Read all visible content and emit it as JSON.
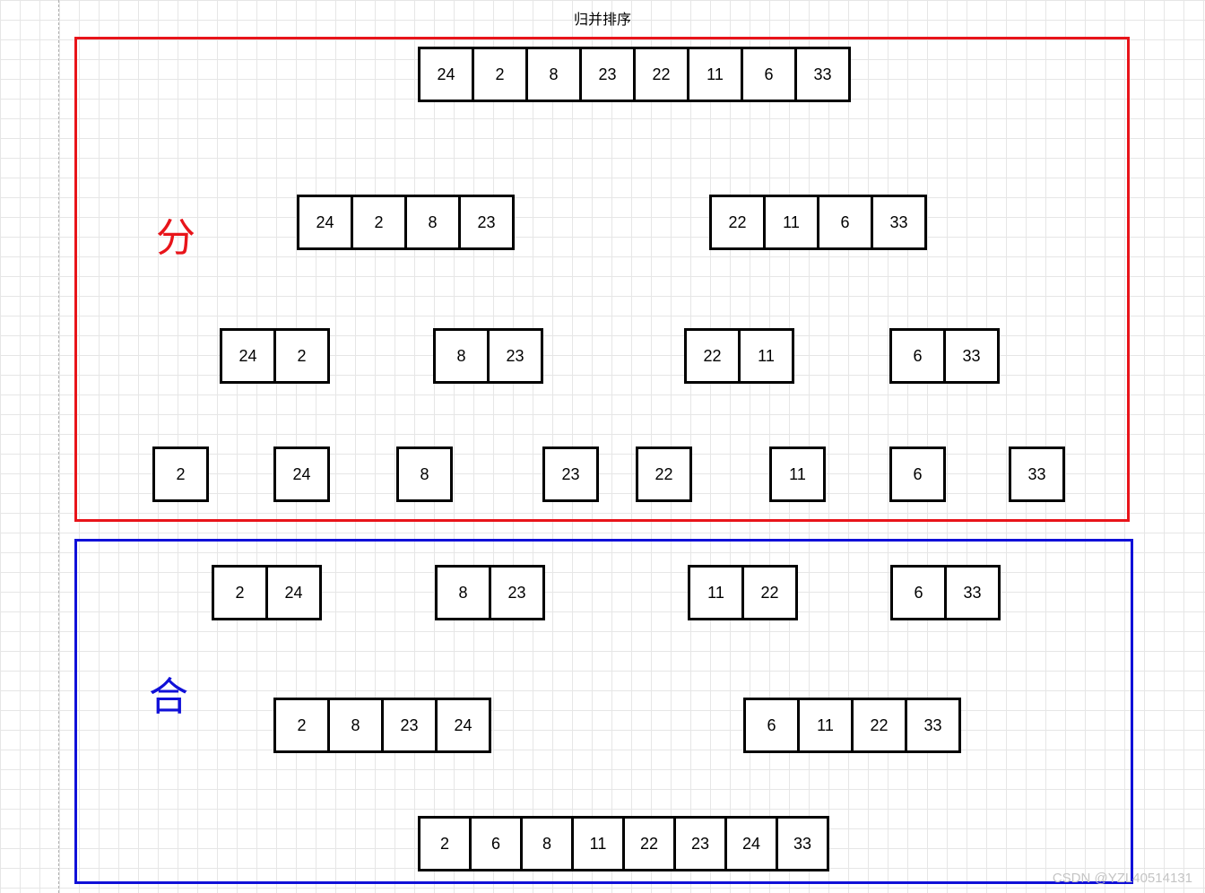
{
  "title": "归并排序",
  "split_label": "分",
  "merge_label": "合",
  "watermark": "CSDN @YZL40514131",
  "colors": {
    "split": "#e8141a",
    "merge": "#1010d8"
  },
  "split": {
    "level0": [
      [
        "24",
        "2",
        "8",
        "23",
        "22",
        "11",
        "6",
        "33"
      ]
    ],
    "level1": [
      [
        "24",
        "2",
        "8",
        "23"
      ],
      [
        "22",
        "11",
        "6",
        "33"
      ]
    ],
    "level2": [
      [
        "24",
        "2"
      ],
      [
        "8",
        "23"
      ],
      [
        "22",
        "11"
      ],
      [
        "6",
        "33"
      ]
    ],
    "level3": [
      [
        "2"
      ],
      [
        "24"
      ],
      [
        "8"
      ],
      [
        "23"
      ],
      [
        "22"
      ],
      [
        "11"
      ],
      [
        "6"
      ],
      [
        "33"
      ]
    ]
  },
  "merge": {
    "level0": [
      [
        "2",
        "24"
      ],
      [
        "8",
        "23"
      ],
      [
        "11",
        "22"
      ],
      [
        "6",
        "33"
      ]
    ],
    "level1": [
      [
        "2",
        "8",
        "23",
        "24"
      ],
      [
        "6",
        "11",
        "22",
        "33"
      ]
    ],
    "level2": [
      [
        "2",
        "6",
        "8",
        "11",
        "22",
        "23",
        "24",
        "33"
      ]
    ]
  }
}
